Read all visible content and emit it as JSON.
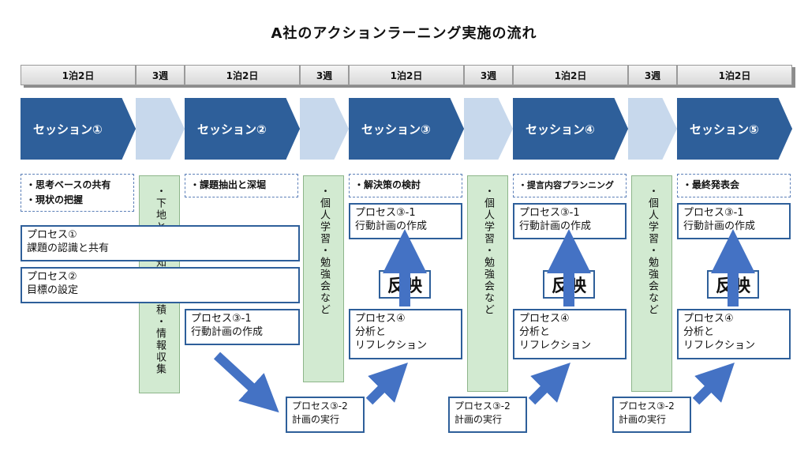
{
  "title": "A社のアクションラーニング実施の流れ",
  "durations": [
    "1泊2日",
    "3週",
    "1泊2日",
    "3週",
    "1泊2日",
    "3週",
    "1泊2日",
    "3週",
    "1泊2日"
  ],
  "sessions": [
    "セッション①",
    "セッション②",
    "セッション③",
    "セッション④",
    "セッション⑤"
  ],
  "topics": {
    "s1_line1": "・思考ベースの共有",
    "s1_line2": "・現状の把握",
    "s2": "・課題抽出と深堀",
    "s3": "・解決策の検討",
    "s4": "・提言内容プランニング",
    "s5": "・最終発表会"
  },
  "gap_texts": {
    "g1": "・下地となる知識の集積・情報収集",
    "g2": "・個人学習・勉強会など",
    "g3": "・個人学習・勉強会など",
    "g4": "・個人学習・勉強会など"
  },
  "process1": {
    "line1": "プロセス①",
    "line2": "課題の認識と共有"
  },
  "process2": {
    "line1": "プロセス②",
    "line2": "目標の設定"
  },
  "process31": {
    "line1": "プロセス③-1",
    "line2": "行動計画の作成"
  },
  "process32": {
    "line1": "プロセス③-2",
    "line2": "計画の実行"
  },
  "process4": {
    "line1": "プロセス④",
    "line2": "分析と",
    "line3": "リフレクション"
  },
  "reflect_label": "反映",
  "colors": {
    "session": "#2e5f9a",
    "gap": "#c7d8ec",
    "green": "#d2ead1",
    "arrow": "#4472c4"
  }
}
